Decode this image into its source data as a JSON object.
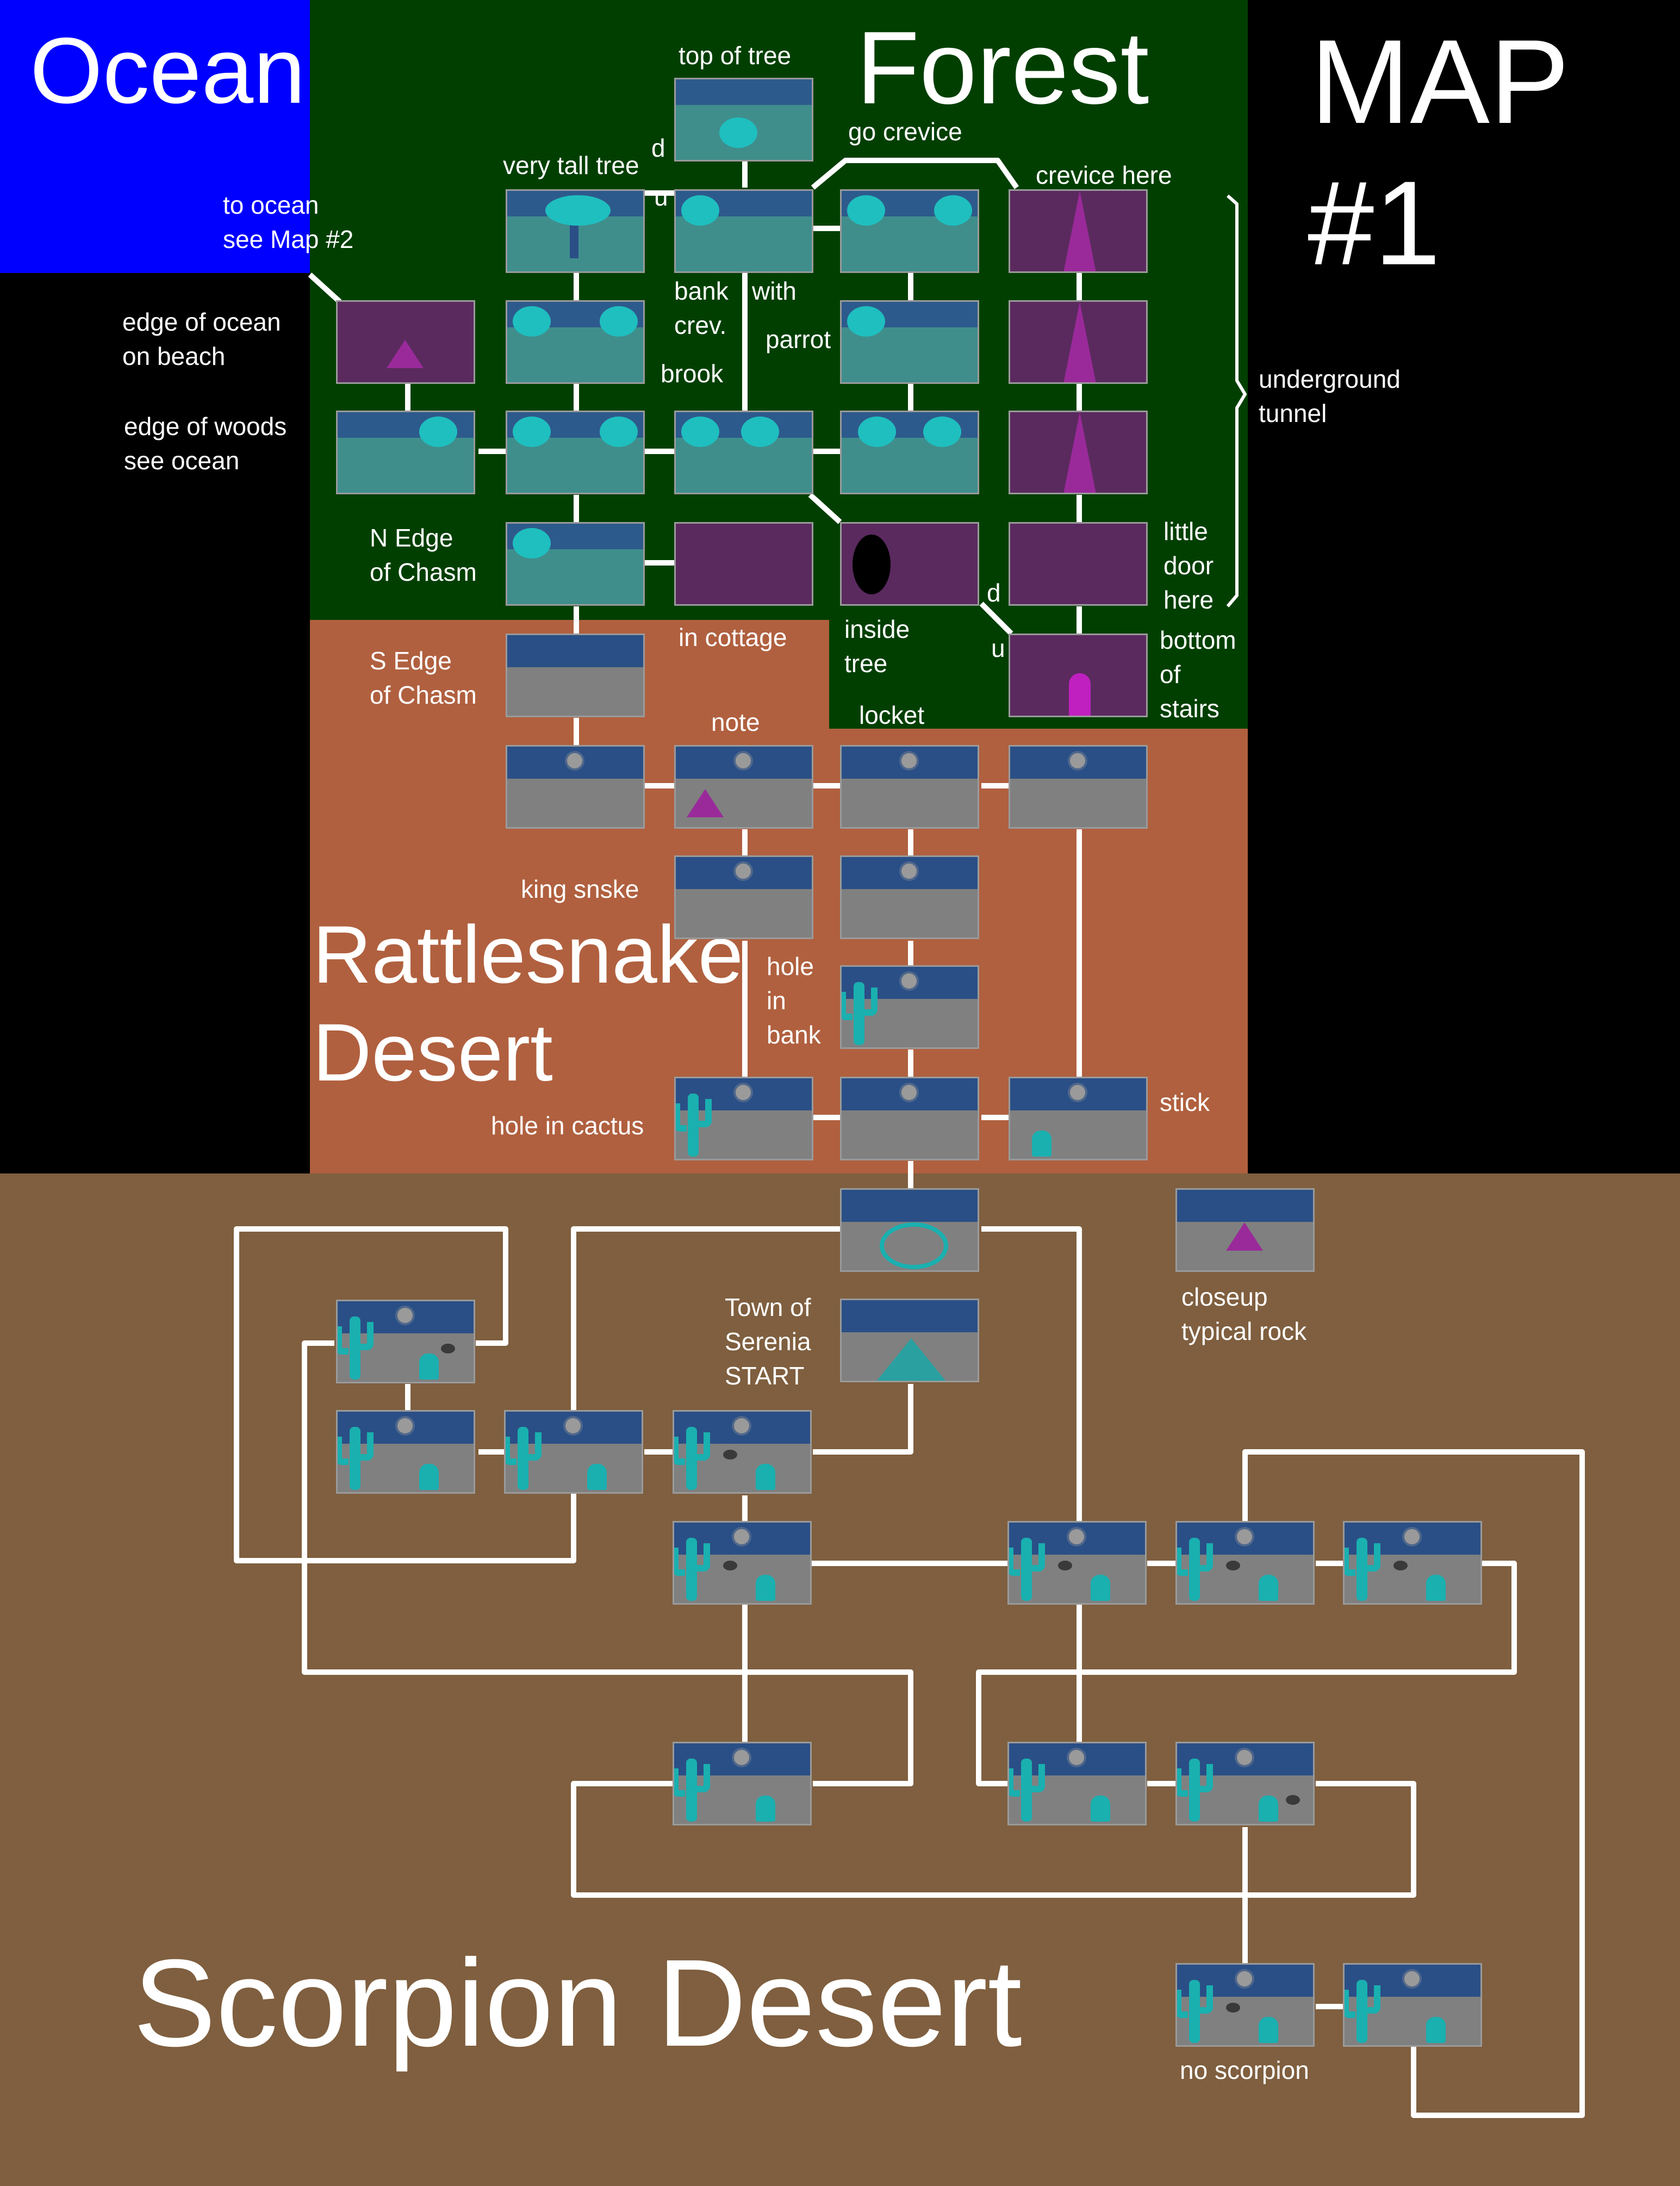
{
  "title": {
    "line1": "MAP",
    "line2": "#1"
  },
  "regions": {
    "ocean": {
      "name": "Ocean",
      "color": "#0000ff"
    },
    "forest": {
      "name": "Forest",
      "color": "#013f01"
    },
    "rattlesnake": {
      "name": "Rattlesnake Desert",
      "line1": "Rattlesnake",
      "line2": "Desert",
      "color": "#b0603f"
    },
    "scorpion": {
      "name": "Scorpion Desert",
      "color": "#7f5f3f"
    }
  },
  "labels": {
    "to_ocean_1": "to ocean",
    "to_ocean_2": "see Map #2",
    "top_of_tree": "top of tree",
    "very_tall_tree": "very tall tree",
    "go_crevice": "go crevice",
    "crevice_here": "crevice here",
    "d1": "d",
    "u1": "u",
    "edge_ocean_1": "edge of ocean",
    "edge_ocean_2": "on beach",
    "edge_woods_1": "edge of woods",
    "edge_woods_2": "see ocean",
    "bank_crev_1": "bank",
    "bank_crev_2": "crev.",
    "with": "with",
    "parrot": "parrot",
    "brook": "brook",
    "underground_1": "underground",
    "underground_2": "tunnel",
    "n_edge_1": "N Edge",
    "n_edge_2": "of Chasm",
    "in_cottage": "in cottage",
    "inside_tree_1": "inside",
    "inside_tree_2": "tree",
    "d2": "d",
    "u2": "u",
    "little_door_1": "little",
    "little_door_2": "door",
    "little_door_3": "here",
    "bottom_1": "bottom",
    "bottom_2": "of",
    "bottom_3": "stairs",
    "s_edge_1": "S Edge",
    "s_edge_2": "of Chasm",
    "note": "note",
    "locket": "locket",
    "king_snake": "king snske",
    "hole_bank_1": "hole",
    "hole_bank_2": "in",
    "hole_bank_3": "bank",
    "hole_cactus": "hole in cactus",
    "stick": "stick",
    "closeup_1": "closeup",
    "closeup_2": "typical rock",
    "town_1": "Town of",
    "town_2": "Serenia",
    "town_3": "START",
    "no_scorpion": "no scorpion"
  },
  "colors": {
    "background": "#000000",
    "link": "#ffffff"
  }
}
